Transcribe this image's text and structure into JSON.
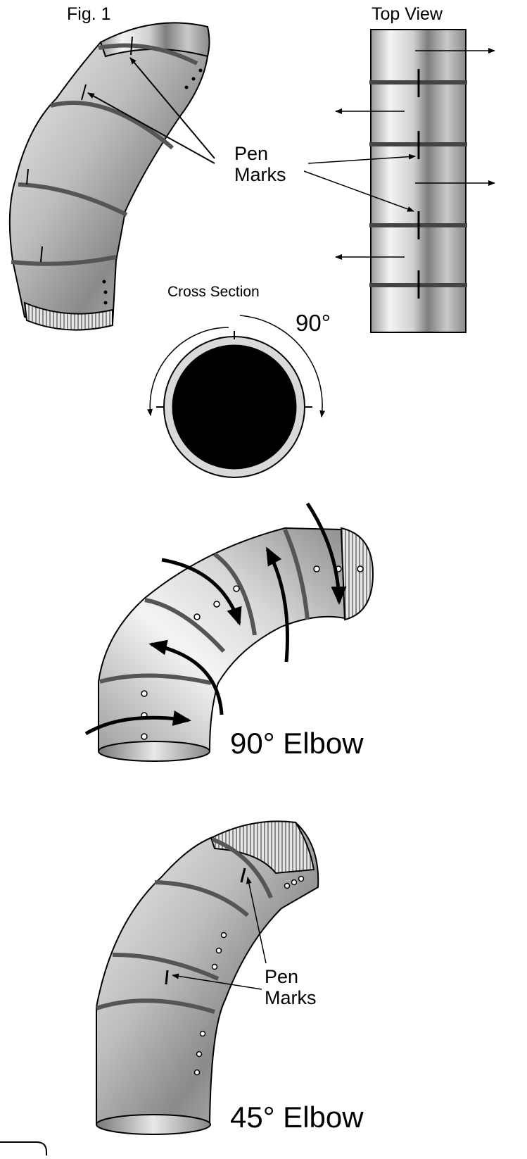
{
  "figure_label": "Fig. 1",
  "top_view_label": "Top View",
  "pen_marks_upper": {
    "line1": "Pen",
    "line2": "Marks"
  },
  "cross_section_label": "Cross Section",
  "rotation_label": "90°",
  "elbow_90_label": "90° Elbow",
  "pen_marks_lower": {
    "line1": "Pen",
    "line2": "Marks"
  },
  "elbow_45_label": "45° Elbow",
  "colors": {
    "line": "#000000",
    "metal_light": "#f2f2f2",
    "metal_dark": "#8c8c8c",
    "background": "#ffffff"
  }
}
